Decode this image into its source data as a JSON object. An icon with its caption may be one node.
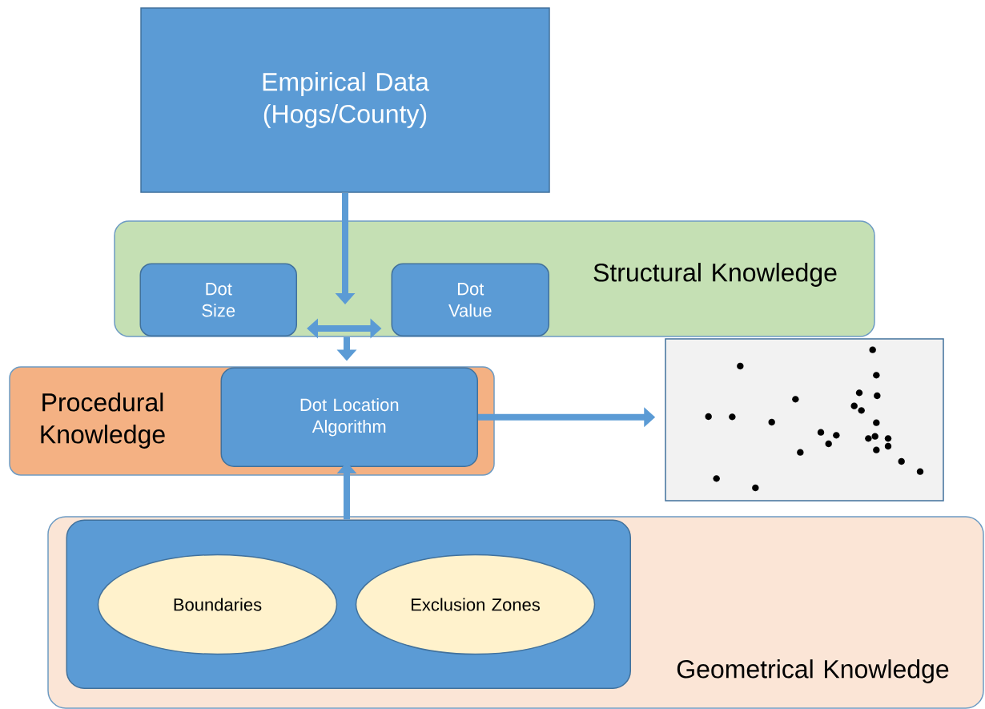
{
  "diagram": {
    "nodes": [
      {
        "text": [
          "Empirical Data (Hogs/County)"
        ]
      },
      {
        "text": [
          "Structural Knowledge"
        ]
      },
      {
        "text": [
          "Dot Size"
        ],
        "in": 1
      },
      {
        "text": [
          "Dot Value"
        ],
        "in": 1
      },
      {
        "text": [
          "Procedural Knowledge"
        ]
      },
      {
        "text": [
          "Dot Location Algorithm"
        ],
        "in": 4
      },
      {
        "text": [],
        "shape": "picture"
      },
      {
        "text": [
          "Geometrical Knowledge"
        ]
      },
      {
        "text": [],
        "shape": "box",
        "in": 7
      },
      {
        "text": [
          "Boundaries"
        ],
        "in": 8
      },
      {
        "text": [
          "Exclusion Zones"
        ],
        "in": 8
      }
    ],
    "edges": [
      {
        "from": 0,
        "to": null,
        "arrow": "to"
      },
      {
        "from": 2,
        "to": 3,
        "arrow": "both"
      },
      {
        "from": 1,
        "to": 5,
        "arrow": "to"
      },
      {
        "from": 5,
        "to": 6,
        "arrow": "to"
      },
      {
        "from": 8,
        "to": 5,
        "arrow": "to"
      }
    ]
  }
}
